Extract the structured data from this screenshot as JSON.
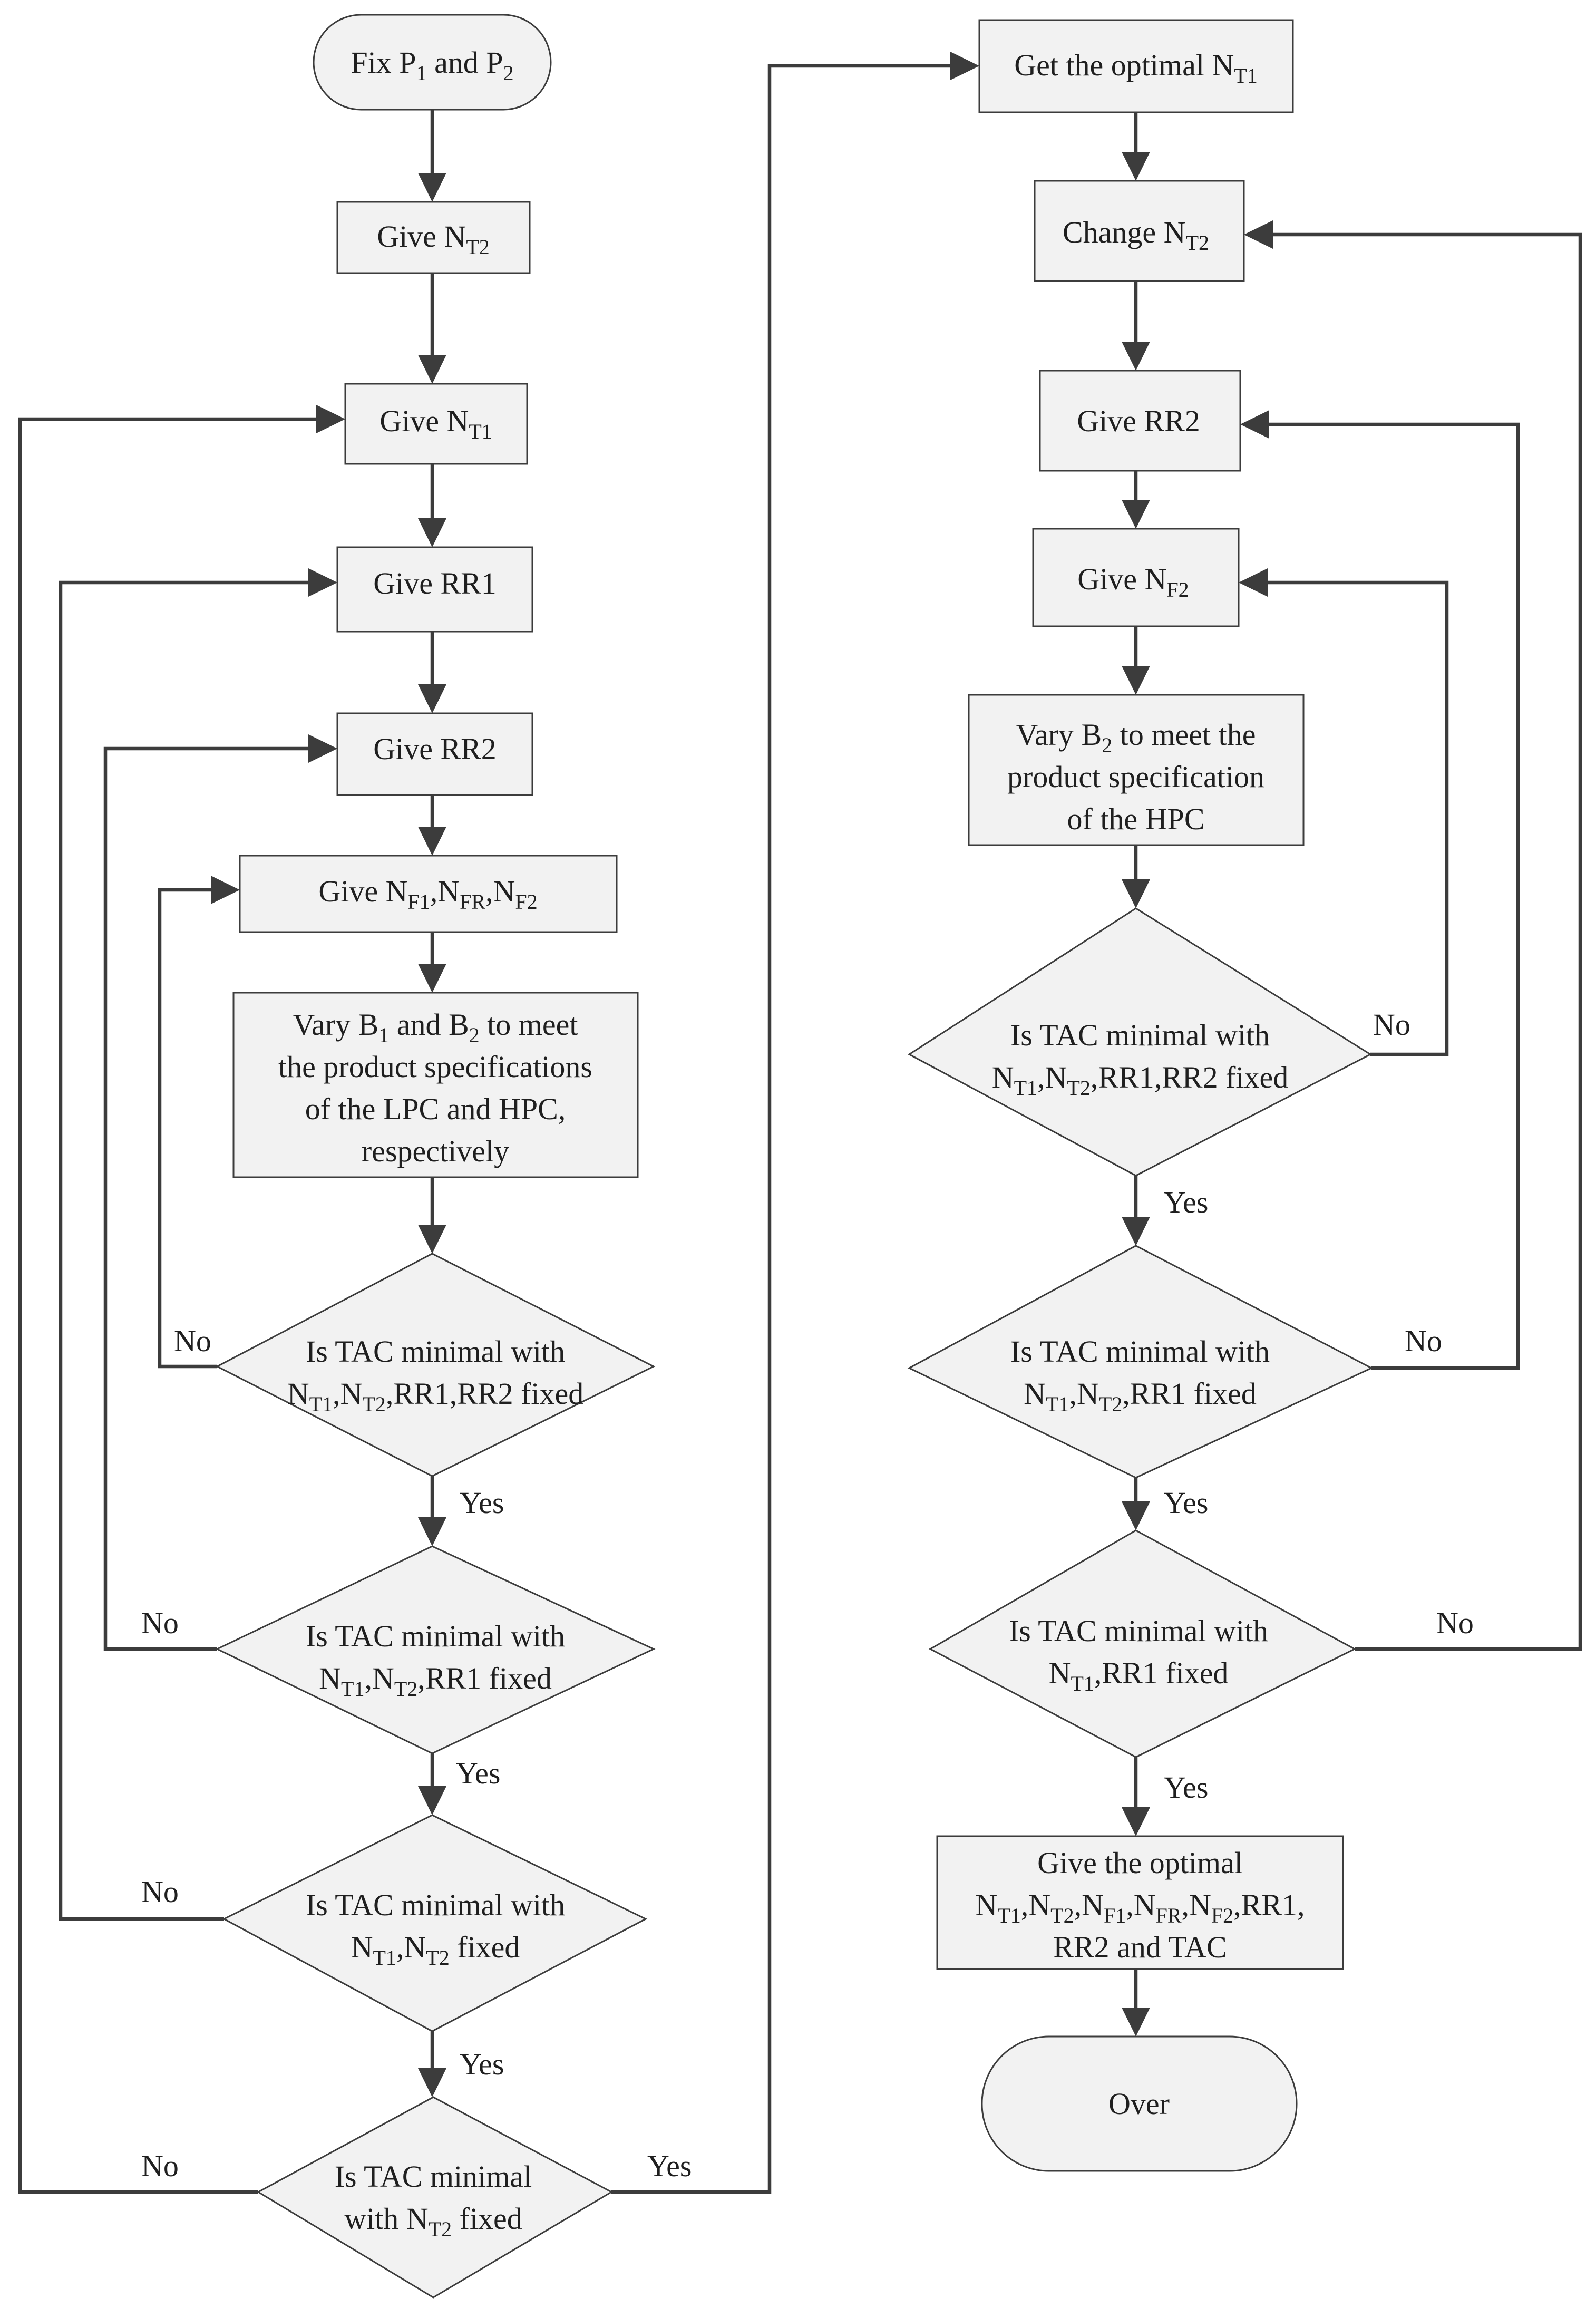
{
  "nodes": {
    "start": {
      "text": [
        "Fix P",
        "1",
        " and P",
        "2"
      ]
    },
    "give_nt2": {
      "text": [
        "Give N",
        "T2"
      ]
    },
    "give_nt1": {
      "text": [
        "Give N",
        "T1"
      ]
    },
    "give_rr1": {
      "text": [
        "Give RR1"
      ]
    },
    "give_rr2_left": {
      "text": [
        "Give RR2"
      ]
    },
    "give_feeds": {
      "text": [
        "Give N",
        "F1",
        ",N",
        "FR",
        ",N",
        "F2"
      ]
    },
    "vary_b1_b2": {
      "lines": [
        [
          "Vary B",
          "1",
          " and B",
          "2",
          " to meet"
        ],
        [
          "the product specifications"
        ],
        [
          "of the LPC and HPC,"
        ],
        [
          "respectively"
        ]
      ]
    },
    "check_left_1": {
      "lines": [
        [
          "Is TAC minimal with"
        ],
        [
          "N",
          "T1",
          ",N",
          "T2",
          ",RR1,RR2 fixed"
        ]
      ]
    },
    "check_left_2": {
      "lines": [
        [
          "Is TAC minimal with"
        ],
        [
          "N",
          "T1",
          ",N",
          "T2",
          ",RR1 fixed"
        ]
      ]
    },
    "check_left_3": {
      "lines": [
        [
          "Is TAC minimal with"
        ],
        [
          "N",
          "T1",
          ",N",
          "T2",
          " fixed"
        ]
      ]
    },
    "check_left_4": {
      "lines": [
        [
          "Is TAC minimal"
        ],
        [
          "with N",
          "T2",
          " fixed"
        ]
      ]
    },
    "get_optimal_nt1": {
      "text": [
        "Get the optimal N",
        "T1"
      ]
    },
    "change_nt2": {
      "text": [
        "Change N",
        "T2"
      ]
    },
    "give_rr2_right": {
      "text": [
        "Give RR2"
      ]
    },
    "give_nf2": {
      "text": [
        "Give N",
        "F2"
      ]
    },
    "vary_b2": {
      "lines": [
        [
          "Vary B",
          "2",
          " to meet the"
        ],
        [
          "product specification"
        ],
        [
          "of the HPC"
        ]
      ]
    },
    "check_right_1": {
      "lines": [
        [
          "Is TAC minimal with"
        ],
        [
          "N",
          "T1",
          ",N",
          "T2",
          ",RR1,RR2 fixed"
        ]
      ]
    },
    "check_right_2": {
      "lines": [
        [
          "Is TAC minimal with"
        ],
        [
          "N",
          "T1",
          ",N",
          "T2",
          ",RR1 fixed"
        ]
      ]
    },
    "check_right_3": {
      "lines": [
        [
          "Is TAC minimal with"
        ],
        [
          "N",
          "T1",
          ",RR1 fixed"
        ]
      ]
    },
    "give_optimal": {
      "lines": [
        [
          "Give the optimal"
        ],
        [
          "N",
          "T1",
          ",N",
          "T2",
          ",N",
          "F1",
          ",N",
          "FR",
          ",N",
          "F2",
          ",RR1,"
        ],
        [
          "RR2 and TAC"
        ]
      ]
    },
    "end": {
      "text": [
        "Over"
      ]
    }
  },
  "edge_labels": {
    "left_1_no": "No",
    "left_1_yes": "Yes",
    "left_2_no": "No",
    "left_2_yes": "Yes",
    "left_3_no": "No",
    "left_3_yes": "Yes",
    "left_4_no": "No",
    "left_4_yes": "Yes",
    "right_1_no": "No",
    "right_1_yes": "Yes",
    "right_2_no": "No",
    "right_2_yes": "Yes",
    "right_3_no": "No",
    "right_3_yes": "Yes"
  },
  "colors": {
    "fill": "#f2f2f2",
    "stroke": "#3c3c3c",
    "text": "#1f1f1f"
  }
}
